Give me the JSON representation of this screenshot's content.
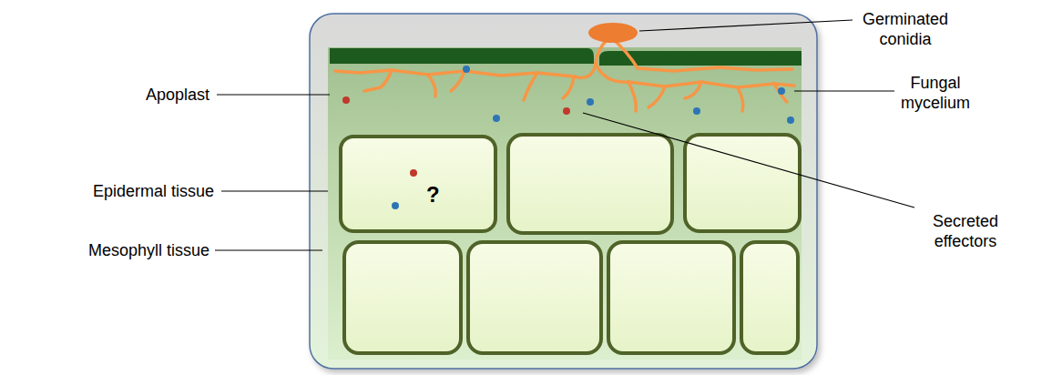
{
  "diagram": {
    "nodes": [
      {
        "text": [
          "?"
        ]
      }
    ],
    "labels": [
      "Germinated conidia",
      "Apoplast",
      "Fungal mycelium",
      "Epidermal tissue",
      "Mesophyll tissue",
      "Secreted effectors"
    ]
  }
}
